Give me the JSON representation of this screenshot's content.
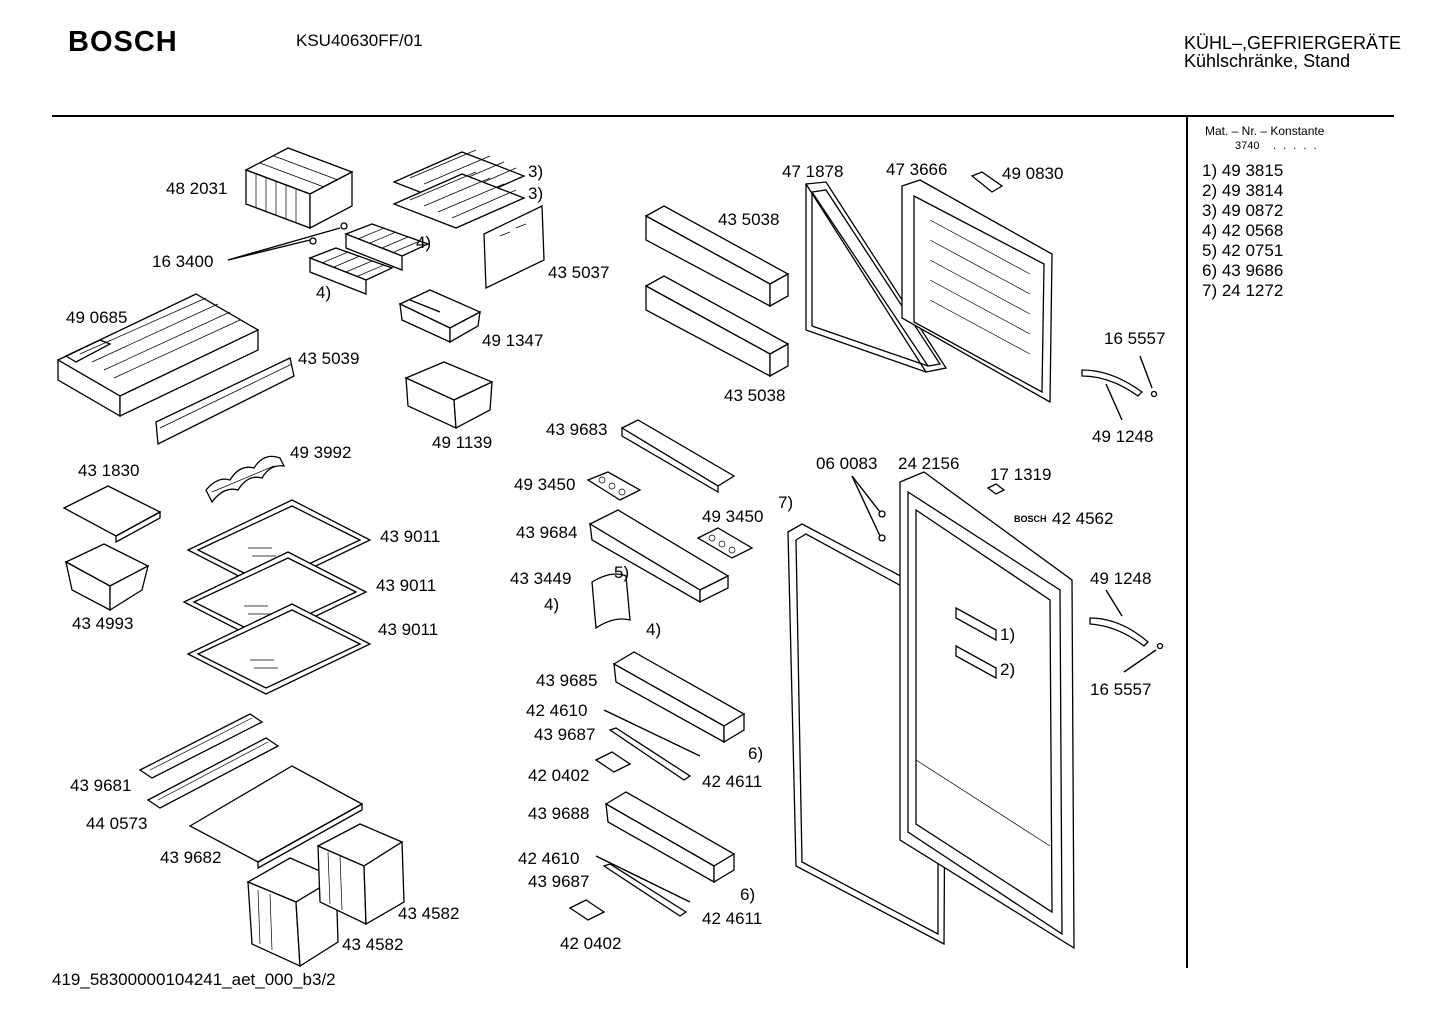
{
  "header": {
    "brand": "BOSCH",
    "model": "KSU40630FF/01",
    "category_line1": "KÜHL–,GEFRIERGERÄTE",
    "category_line2": "Kühlschränke, Stand"
  },
  "sidebar": {
    "mat_label": "Mat. – Nr. – Konstante",
    "mat_value": "3740",
    "mat_dots": ". . . . .",
    "notes": [
      "1)  49 3815",
      "2)  49 3814",
      "3)  49 0872",
      "4)  42 0568",
      "5)  42 0751",
      "6)  43 9686",
      "7)  24 1272"
    ]
  },
  "diagram": {
    "labels": {
      "p482031": "48 2031",
      "p163400": "16 3400",
      "p490685": "49 0685",
      "p435039": "43 5039",
      "p431830": "43 1830",
      "p434993": "43 4993",
      "p493992": "49 3992",
      "p439011a": "43 9011",
      "p439011b": "43 9011",
      "p439011c": "43 9011",
      "p439681": "43 9681",
      "p440573": "44 0573",
      "p439682": "43 9682",
      "p434582a": "43 4582",
      "p434582b": "43 4582",
      "n3a": "3)",
      "n3b": "3)",
      "n4a": "4)",
      "n4b": "4)",
      "p435037": "43 5037",
      "p491347": "49 1347",
      "p491139": "49 1139",
      "p435038a": "43 5038",
      "p435038b": "43 5038",
      "p439683": "43 9683",
      "p493450a": "49 3450",
      "p493450b": "49 3450",
      "p439684": "43 9684",
      "p433449": "43 3449",
      "n5": "5)",
      "n4c": "4)",
      "n4d": "4)",
      "p439685": "43 9685",
      "p424610a": "42 4610",
      "p439687a": "43 9687",
      "p420402a": "42 0402",
      "n6a": "6)",
      "p424611a": "42 4611",
      "p439688": "43 9688",
      "p424610b": "42 4610",
      "p439687b": "43 9687",
      "p420402b": "42 0402",
      "n6b": "6)",
      "p424611b": "42 4611",
      "p471878": "47 1878",
      "p473666": "47 3666",
      "p490830": "49 0830",
      "p165557a": "16 5557",
      "p491248a": "49 1248",
      "p060083": "06 0083",
      "p242156": "24 2156",
      "p171319": "17 1319",
      "brandSmall": "BOSCH",
      "p424562": "42 4562",
      "n7": "7)",
      "p491248b": "49 1248",
      "n1": "1)",
      "n2": "2)",
      "p165557b": "16 5557"
    }
  },
  "footer": {
    "code": "419_58300000104241_aet_000_b3/2"
  }
}
